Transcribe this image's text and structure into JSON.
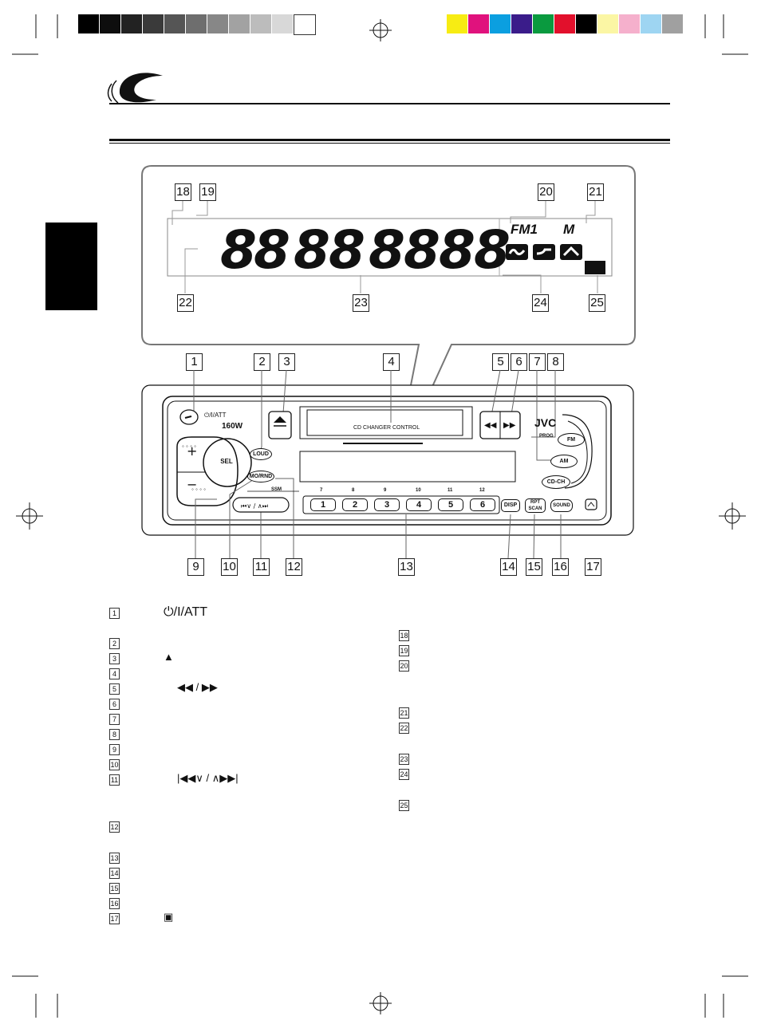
{
  "colors": {
    "gray_bar": [
      "#000000",
      "#0e0e0e",
      "#222222",
      "#3a3a3a",
      "#555555",
      "#6e6e6e",
      "#878787",
      "#a2a2a2",
      "#bcbcbc",
      "#d8d8d8",
      "#ffffff"
    ],
    "color_bar": [
      "#f7ec13",
      "#e0127d",
      "#0b9fe0",
      "#3a1c8a",
      "#0a9a3f",
      "#e2102c",
      "#000000",
      "#fbf6a4",
      "#f5b0cc",
      "#9ed5f2",
      "#a0a0a0"
    ]
  },
  "display": {
    "callouts_top": [
      "18",
      "19",
      "20",
      "21"
    ],
    "callouts_bottom": [
      "22",
      "23",
      "24",
      "25"
    ],
    "characters": [
      "8",
      "8",
      "8",
      "8",
      "8",
      "8",
      "8",
      "8"
    ],
    "fm_label": "FM1",
    "m_label": "M"
  },
  "unit": {
    "callouts_top": [
      "1",
      "2",
      "3",
      "4",
      "5",
      "6",
      "7",
      "8"
    ],
    "callouts_bottom": [
      "9",
      "10",
      "11",
      "12",
      "13",
      "14",
      "15",
      "16",
      "17"
    ],
    "power_label": "⏻/I/ATT",
    "watt_label": "160W",
    "brand": "JVC",
    "sel_label": "SEL",
    "loud_label": "LOUD",
    "mo_rnd_label": "MO/RND",
    "ssm_label": "SSM",
    "cd_changer_label": "CD CHANGER CONTROL",
    "prog_label": "PROG",
    "fm_btn": "FM",
    "am_btn": "AM",
    "cdch_btn": "CD-CH",
    "disp_btn": "DISP",
    "rpt_scan_btn": "RPT SCAN",
    "sound_btn": "SOUND",
    "preset_tops": [
      "7",
      "8",
      "9",
      "10",
      "11",
      "12"
    ],
    "presets": [
      "1",
      "2",
      "3",
      "4",
      "5",
      "6"
    ]
  },
  "legend_left": [
    {
      "num": "1",
      "symbol": "⏻/I/ATT"
    },
    {
      "num": "2",
      "symbol": ""
    },
    {
      "num": "3",
      "symbol": "▲"
    },
    {
      "num": "4",
      "symbol": ""
    },
    {
      "num": "5",
      "symbol": "◀◀ / ▶▶"
    },
    {
      "num": "6",
      "symbol": ""
    },
    {
      "num": "7",
      "symbol": ""
    },
    {
      "num": "8",
      "symbol": ""
    },
    {
      "num": "9",
      "symbol": ""
    },
    {
      "num": "10",
      "symbol": ""
    },
    {
      "num": "11",
      "symbol": "|◀◀∨ / ∧▶▶|"
    },
    {
      "num": "12",
      "symbol": ""
    },
    {
      "num": "13",
      "symbol": ""
    },
    {
      "num": "14",
      "symbol": ""
    },
    {
      "num": "15",
      "symbol": ""
    },
    {
      "num": "16",
      "symbol": ""
    },
    {
      "num": "17",
      "symbol": "▣"
    }
  ],
  "legend_right": [
    "18",
    "19",
    "20",
    "21",
    "22",
    "23",
    "24",
    "25"
  ]
}
